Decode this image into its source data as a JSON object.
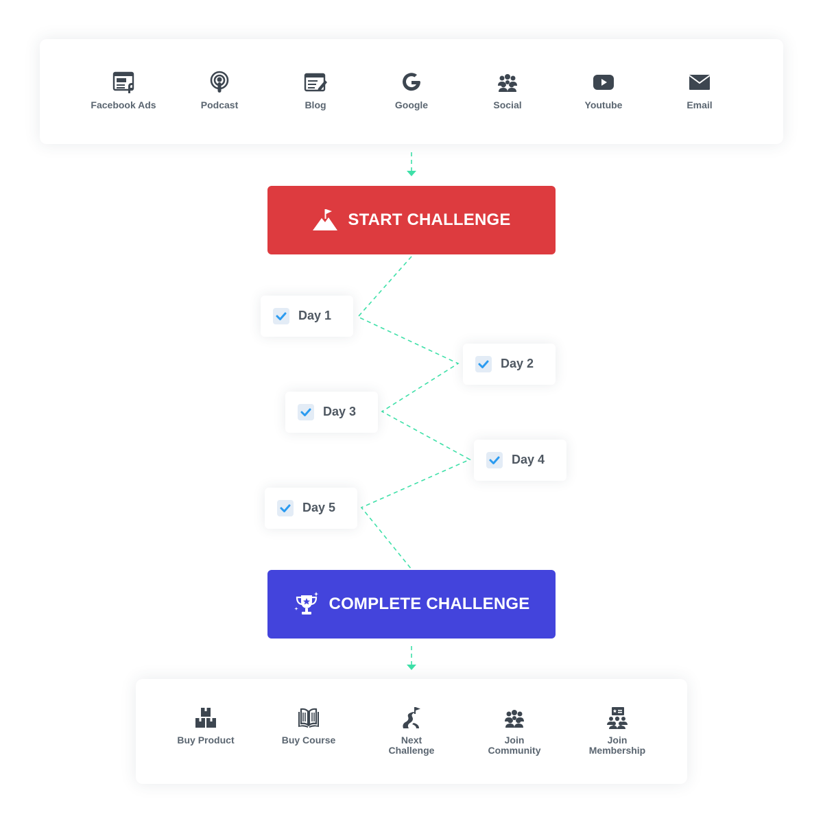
{
  "colors": {
    "start": "#dd3b3f",
    "complete": "#4344dc",
    "connector": "#3ee0a8",
    "check": "#2b9bf0",
    "icon": "#3d4650"
  },
  "sources": [
    {
      "label": "Facebook Ads",
      "icon": "facebook-ads-icon"
    },
    {
      "label": "Podcast",
      "icon": "podcast-icon"
    },
    {
      "label": "Blog",
      "icon": "blog-icon"
    },
    {
      "label": "Google",
      "icon": "google-icon"
    },
    {
      "label": "Social",
      "icon": "social-icon"
    },
    {
      "label": "Youtube",
      "icon": "youtube-icon"
    },
    {
      "label": "Email",
      "icon": "email-icon"
    }
  ],
  "start": {
    "label": "START CHALLENGE",
    "icon": "mountain-flag-icon"
  },
  "days": [
    {
      "label": "Day 1",
      "checked": true
    },
    {
      "label": "Day 2",
      "checked": true
    },
    {
      "label": "Day 3",
      "checked": true
    },
    {
      "label": "Day 4",
      "checked": true
    },
    {
      "label": "Day 5",
      "checked": true
    }
  ],
  "complete": {
    "label": "COMPLETE CHALLENGE",
    "icon": "trophy-icon"
  },
  "outcomes": [
    {
      "label": "Buy Product",
      "icon": "boxes-icon"
    },
    {
      "label": "Buy Course",
      "icon": "book-icon"
    },
    {
      "label": "Next\nChallenge",
      "icon": "road-flag-icon"
    },
    {
      "label": "Join\nCommunity",
      "icon": "community-icon"
    },
    {
      "label": "Join\nMembership",
      "icon": "membership-icon"
    }
  ]
}
